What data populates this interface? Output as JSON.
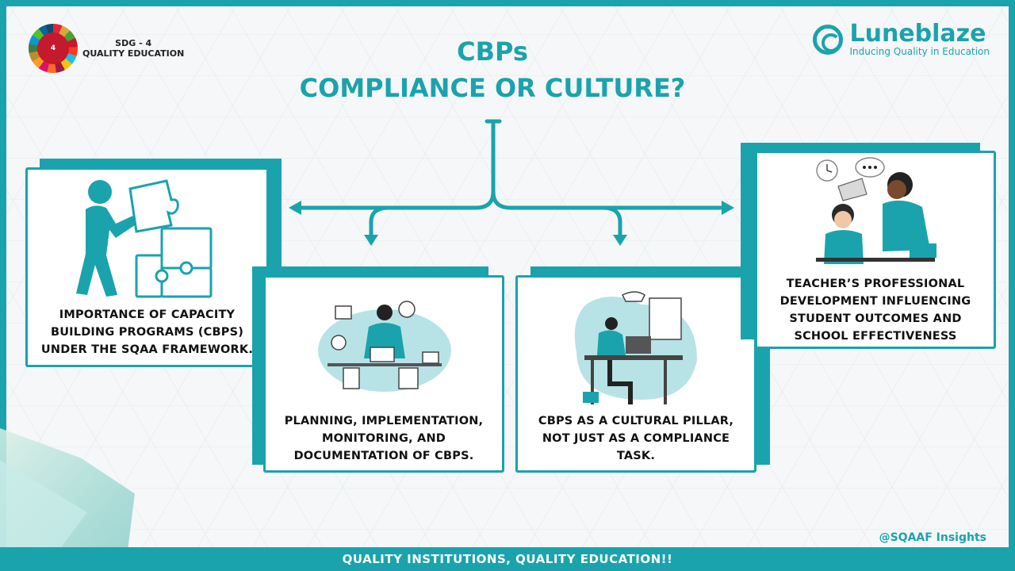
{
  "sdg": {
    "badge_number": "4",
    "badge_label": "QUALITY EDUCATION",
    "line1": "SDG - 4",
    "line2": "QUALITY EDUCATION"
  },
  "logo": {
    "name": "Luneblaze",
    "tagline": "Inducing Quality in Education"
  },
  "title": {
    "line1": "CBPs",
    "line2": "COMPLIANCE OR CULTURE?"
  },
  "cards": [
    {
      "lines": [
        "IMPORTANCE OF CAPACITY",
        "BUILDING PROGRAMS (CBPS)",
        "UNDER THE SQAA FRAMEWORK."
      ],
      "icon": "puzzle-person-icon"
    },
    {
      "lines": [
        "PLANNING, IMPLEMENTATION,",
        "MONITORING, AND",
        "DOCUMENTATION OF CBPS."
      ],
      "icon": "planning-woman-icon"
    },
    {
      "lines": [
        "CBPS AS A CULTURAL PILLAR,",
        "NOT JUST AS A COMPLIANCE",
        "TASK."
      ],
      "icon": "desk-worker-icon"
    },
    {
      "lines": [
        "TEACHER’S PROFESSIONAL",
        "DEVELOPMENT INFLUENCING",
        "STUDENT OUTCOMES AND",
        "SCHOOL EFFECTIVENESS"
      ],
      "icon": "teacher-student-icon"
    }
  ],
  "handle": "@SQAAF Insights",
  "footer": "QUALITY INSTITUTIONS, QUALITY EDUCATION!!",
  "colors": {
    "accent": "#1aa3ad",
    "illustration_bg": "#b8e3e6"
  }
}
